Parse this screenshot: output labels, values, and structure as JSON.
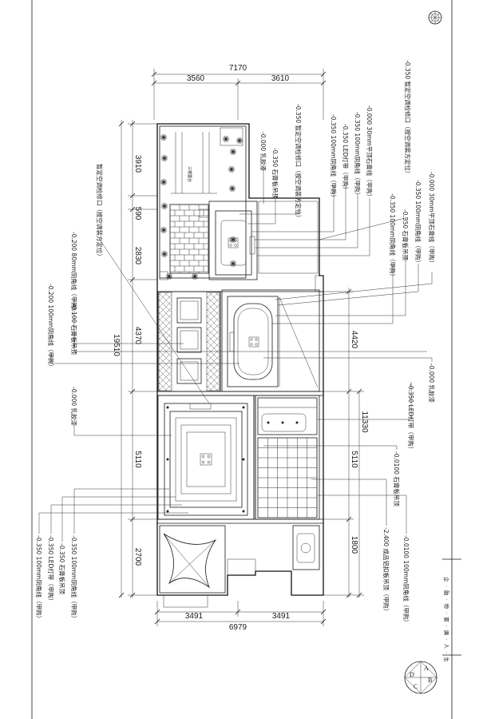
{
  "dimensions": {
    "top_total": "7170",
    "top_left": "3560",
    "top_right": "3610",
    "left_1": "3910",
    "left_2": "590",
    "left_3": "2830",
    "left_total": "19510",
    "left_4": "4370",
    "left_5": "5110",
    "left_6": "2700",
    "right_1": "4420",
    "right_total": "11330",
    "right_2": "5110",
    "right_3": "1800",
    "bottom_left": "3491",
    "bottom_right": "3491",
    "bottom_total": "6979"
  },
  "annotations": [
    "-0.350 暂定空调检修口（按空调装方定位）",
    "-0.000 30mm平顶石膏线（甲购）",
    "-0.350 100mm阴角线（甲购）",
    "-0.350 石膏板吊顶",
    "-0.350 100mm阴角线（甲购）",
    "-0.350 暂定空调检修口（按空调装方定位）",
    "-0.000 乳胶漆",
    "-0.350 石膏板吊顶",
    "-0.350 100mm阴角线（甲购）",
    "-0.350 LED灯带（甲购）",
    "-0.350 100mm阴角线（甲购）",
    "-0.000 30mm平顶石膏线（甲购）",
    "暂定空调检修口（按空调装方定位）",
    "-0.200 80mm阴角线（甲购）",
    "-0.200 100mm阴角线（甲购）",
    "-0.100 石膏板吊顶",
    "-0.000 乳胶漆",
    "-0.350 100mm阴角线（甲购）",
    "-0.350 石膏板吊顶",
    "-0.350 LED灯带（甲购）",
    "-0.350 100mm阴角线（甲购）",
    "-0.000 乳胶漆",
    "-0.350 LED灯带（甲购）",
    "-0.0100 石膏板吊顶",
    "-2.400 成品铝扣板吊顶（甲购）",
    "-0.0100 100mm阴角线（甲购）"
  ],
  "room_labels": {
    "terrace": "三楼露台"
  },
  "title_block": {
    "motto": "企 · 融 · 物 · 寰 · 廣 · 人 · 生",
    "compass": {
      "a": "A",
      "b": "B",
      "c": "C",
      "d": "D"
    }
  }
}
